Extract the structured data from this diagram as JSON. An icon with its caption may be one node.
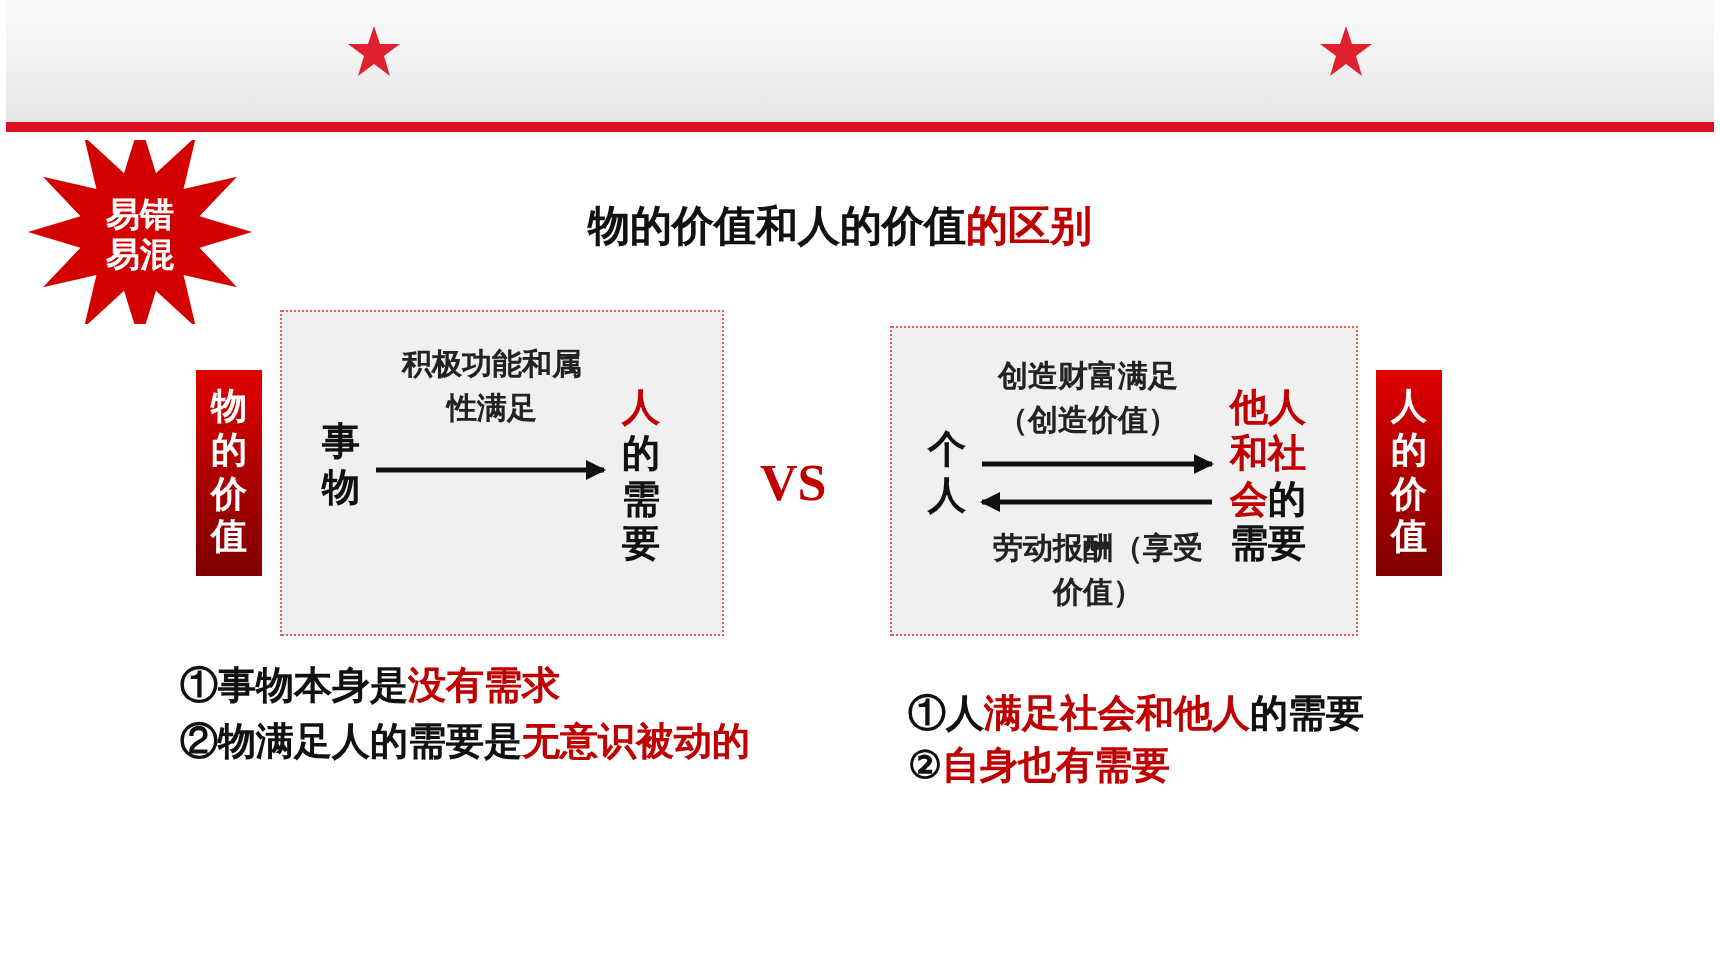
{
  "diagram": {
    "title": "物的价值和人的价值**的区别**",
    "nodes": [
      {
        "text": [
          "易错易混"
        ]
      },
      {
        "text": [],
        "shape": "box"
      },
      {
        "text": [
          "事物"
        ],
        "in": 1
      },
      {
        "text": [
          "**人**的需要"
        ],
        "in": 1
      },
      {
        "text": [
          "物的价值"
        ]
      },
      {
        "text": [],
        "shape": "box"
      },
      {
        "text": [
          "个人"
        ],
        "in": 5
      },
      {
        "text": [
          "**他人和社会**的需要"
        ],
        "in": 5
      },
      {
        "text": [
          "人的价值"
        ]
      }
    ],
    "edges": [
      {
        "from": 2,
        "to": 3,
        "arrow": "to",
        "label": "积极功能和属性满足"
      },
      {
        "from": 6,
        "to": 7,
        "arrow": "to",
        "label": "创造财富满足（创造价值）"
      },
      {
        "from": 7,
        "to": 6,
        "arrow": "to",
        "label": "劳动报酬（享受价值）"
      }
    ],
    "labels": [
      "VS",
      "①事物本身是**没有需求**",
      "②物满足人的需要是**无意识被动的**",
      "①人**满足社会和他人**的需要",
      "②**自身也有需要**"
    ]
  }
}
